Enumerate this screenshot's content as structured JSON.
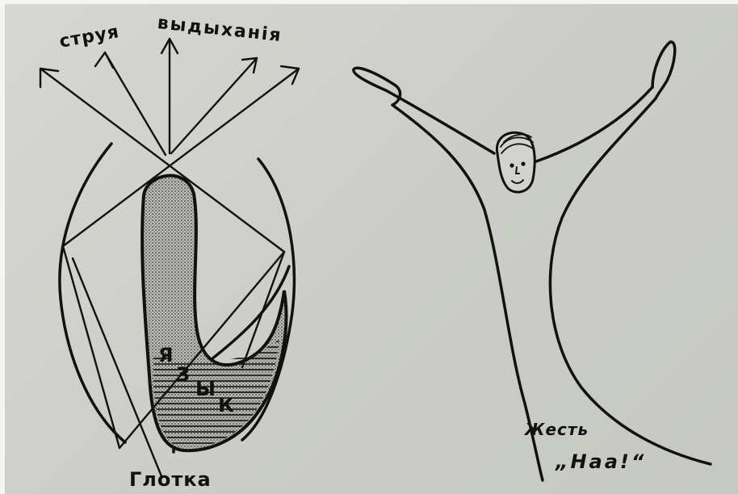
{
  "caption": {
    "stream_label_1": "струя",
    "stream_label_2": "выдыханія",
    "throat_label": "Глотка",
    "tongue_letters": [
      "Я",
      "З",
      "Ы",
      "К"
    ],
    "gesture_label": "Жесть",
    "exclamation_label": "„Наа!“"
  },
  "colors": {
    "ink": "#111111",
    "paper": "#d2d3ce"
  }
}
